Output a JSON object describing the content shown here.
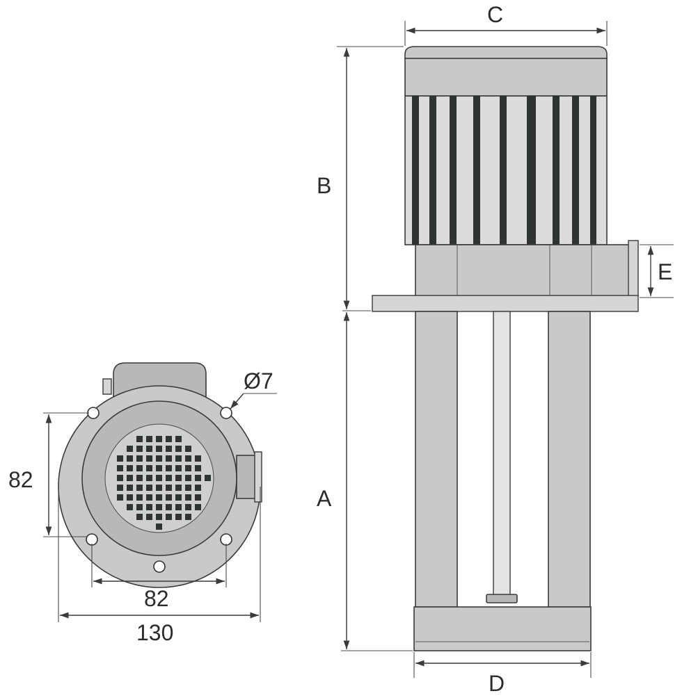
{
  "drawing": {
    "end_view": {
      "hole_diameter": "Ø7",
      "vertical_spacing": "82",
      "horizontal_spacing": "82",
      "overall_diameter": "130"
    },
    "side_view": {
      "label_A": "A",
      "label_B": "B",
      "label_C": "C",
      "label_D": "D",
      "label_E": "E"
    }
  }
}
